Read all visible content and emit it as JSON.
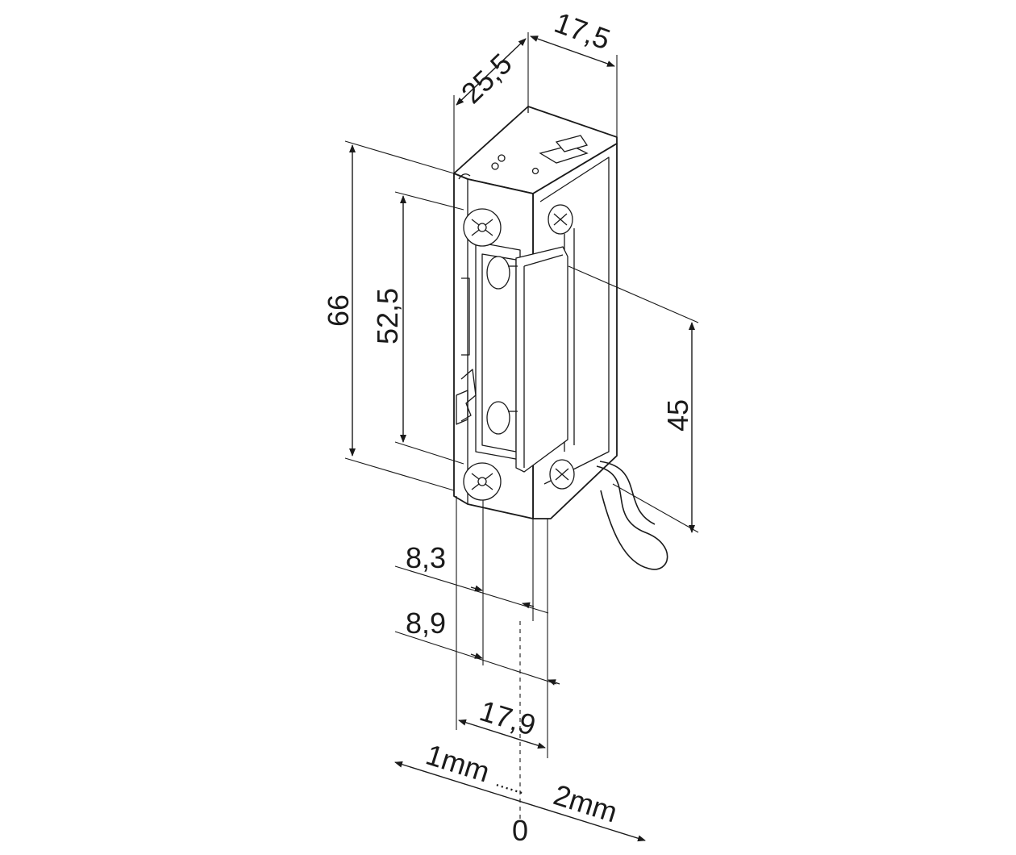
{
  "dimensions": {
    "depth": "25,5",
    "width_top": "17,5",
    "height_total": "66",
    "height_screws": "52,5",
    "height_latch": "45",
    "offset_1": "8,3",
    "offset_2": "8,9",
    "width_front": "17,9"
  },
  "adjustment": {
    "left": "1mm",
    "right": "2mm",
    "zero": "0",
    "dots": "......"
  }
}
